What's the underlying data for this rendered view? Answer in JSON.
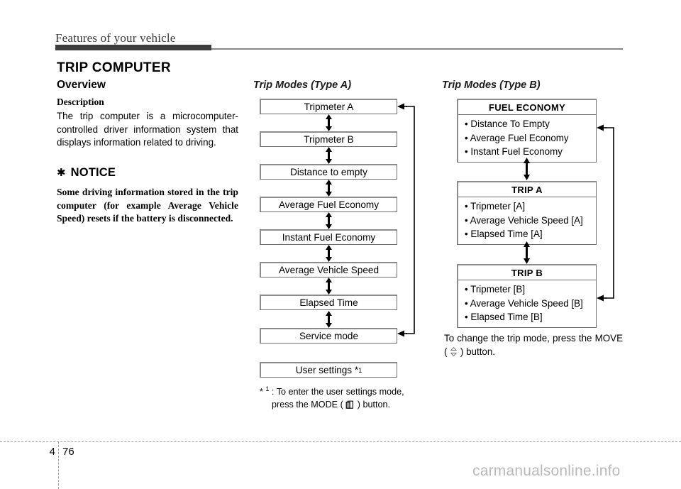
{
  "header": {
    "running_head": "Features of your vehicle"
  },
  "left": {
    "section_title": "TRIP COMPUTER",
    "overview_title": "Overview",
    "description_label": "Description",
    "description_text": "The trip computer is a microcomputer-controlled driver information system that displays information related to driving.",
    "notice_star": "✱",
    "notice_word": "NOTICE",
    "notice_text": "Some driving information stored in the trip computer (for example Average Vehicle Speed) resets if the battery is disconnected."
  },
  "type_a": {
    "heading": "Trip Modes (Type A)",
    "boxes": [
      "Tripmeter A",
      "Tripmeter B",
      "Distance to empty",
      "Average Fuel Economy",
      "Instant Fuel Economy",
      "Average Vehicle Speed",
      "Elapsed Time",
      "Service mode"
    ],
    "extra_box_label": "User settings *",
    "extra_box_sup": "1",
    "footnote_sup": "1",
    "footnote_prefix": "* ",
    "footnote_line1": " : To enter the user settings mode,",
    "footnote_line2a": "press the MODE ( ",
    "footnote_line2b": " ) button.",
    "mode_icon": "stacked-pages-icon"
  },
  "type_b": {
    "heading": "Trip Modes (Type B)",
    "groups": [
      {
        "title": "FUEL ECONOMY",
        "items": [
          "• Distance To Empty",
          "• Average Fuel Economy",
          "• Instant Fuel Economy"
        ]
      },
      {
        "title": "TRIP A",
        "items": [
          "• Tripmeter [A]",
          "• Average Vehicle Speed [A]",
          "• Elapsed Time [A]"
        ]
      },
      {
        "title": "TRIP B",
        "items": [
          "• Tripmeter [B]",
          "• Average Vehicle Speed [B]",
          "• Elapsed Time [B]"
        ]
      }
    ],
    "note_a": "To change the trip mode, press the MOVE ( ",
    "note_b": " ) button.",
    "move_icon": "up-down-chevron-icon"
  },
  "footer": {
    "chapter": "4",
    "page": "76",
    "watermark": "carmanualsonline.info"
  },
  "colors": {
    "rule_dark": "#3d3d3d",
    "rule_light": "#888888",
    "box_border": "#6e6e6e",
    "box_edge": "#8c8c8c",
    "watermark": "#b9b9b9"
  }
}
